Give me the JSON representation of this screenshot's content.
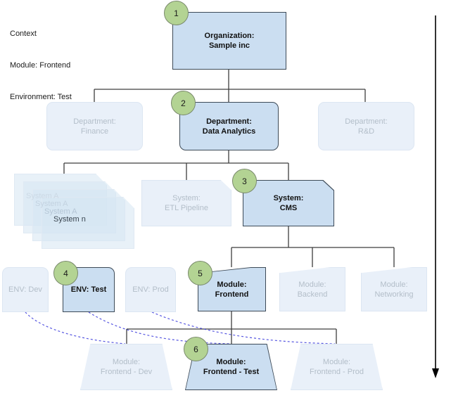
{
  "context": {
    "title": "Context",
    "line_module": "Module: Frontend",
    "line_environment": "Environment: Test"
  },
  "colors": {
    "highlight_fill": "#cbdef1",
    "highlight_border": "#3d4a57",
    "faded_fill": "#e9f0f9",
    "faded_border": "#dce6f2",
    "faded_text": "#b3bec9",
    "badge_fill": "#b3d393",
    "badge_border": "#7a8a6c",
    "dashed_link": "#3b3bdc",
    "connector": "#3d3d3d",
    "arrow": "#000000"
  },
  "levels": [
    {
      "name": "organization",
      "nodes": [
        {
          "id": "org-sample-inc",
          "label": "Organization:\nSample inc",
          "highlight": true,
          "badge": "1"
        }
      ]
    },
    {
      "name": "department",
      "nodes": [
        {
          "id": "dept-finance",
          "label": "Department:\nFinance",
          "highlight": false,
          "badge": null
        },
        {
          "id": "dept-data-analytics",
          "label": "Department:\nData Analytics",
          "highlight": true,
          "badge": "2"
        },
        {
          "id": "dept-rd",
          "label": "Department:\nR&D",
          "highlight": false,
          "badge": null
        }
      ]
    },
    {
      "name": "system",
      "nodes": [
        {
          "id": "system-stack",
          "label": "System A",
          "highlight": false,
          "badge": null
        },
        {
          "id": "system-etl-pipeline",
          "label": "System:\nETL Pipeline",
          "highlight": false,
          "badge": null
        },
        {
          "id": "system-cms",
          "label": "System:\nCMS",
          "highlight": true,
          "badge": "3"
        }
      ]
    },
    {
      "name": "environment",
      "nodes": [
        {
          "id": "env-dev",
          "label": "ENV: Dev",
          "highlight": false,
          "badge": null
        },
        {
          "id": "env-test",
          "label": "ENV: Test",
          "highlight": true,
          "badge": "4"
        },
        {
          "id": "env-prod",
          "label": "ENV: Prod",
          "highlight": false,
          "badge": null
        }
      ]
    },
    {
      "name": "module",
      "nodes": [
        {
          "id": "module-frontend",
          "label": "Module:\nFrontend",
          "highlight": true,
          "badge": "5"
        },
        {
          "id": "module-backend",
          "label": "Module:\nBackend",
          "highlight": false,
          "badge": null
        },
        {
          "id": "module-networking",
          "label": "Module:\nNetworking",
          "highlight": false,
          "badge": null
        }
      ]
    },
    {
      "name": "module-instance",
      "nodes": [
        {
          "id": "module-frontend-dev",
          "label": "Module:\nFrontend - Dev",
          "highlight": false,
          "badge": null
        },
        {
          "id": "module-frontend-test",
          "label": "Module:\nFrontend - Test",
          "highlight": true,
          "badge": "6"
        },
        {
          "id": "module-frontend-prod",
          "label": "Module:\nFrontend - Prod",
          "highlight": false,
          "badge": null
        }
      ]
    }
  ],
  "system_stack": {
    "labels": [
      "System A",
      "System A",
      "System A",
      "System n"
    ],
    "count": 4
  },
  "nodes": {
    "org_sample_inc": "Organization:\nSample inc",
    "dept_finance": "Department:\nFinance",
    "dept_data_analytics": "Department:\nData Analytics",
    "dept_rd": "Department:\nR&D",
    "system_etl": "System:\nETL Pipeline",
    "system_cms": "System:\nCMS",
    "env_dev": "ENV: Dev",
    "env_test": "ENV: Test",
    "env_prod": "ENV: Prod",
    "module_frontend": "Module:\nFrontend",
    "module_backend": "Module:\nBackend",
    "module_networking": "Module:\nNetworking",
    "module_frontend_dev": "Module:\nFrontend - Dev",
    "module_frontend_test": "Module:\nFrontend - Test",
    "module_frontend_prod": "Module:\nFrontend - Prod",
    "stack_a1": "System A",
    "stack_a2": "System A",
    "stack_a3": "System A",
    "stack_n": "System n"
  },
  "badges": {
    "b1": "1",
    "b2": "2",
    "b3": "3",
    "b4": "4",
    "b5": "5",
    "b6": "6"
  },
  "timeline_arrow": {
    "direction": "down",
    "name": "environment-progression-arrow"
  }
}
